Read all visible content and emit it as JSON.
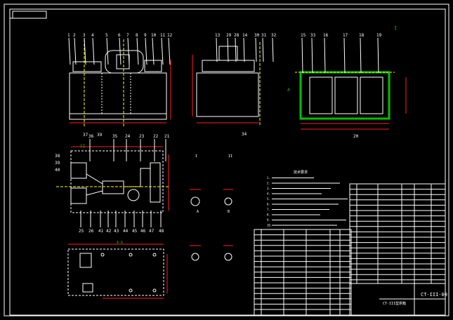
{
  "colors": {
    "background": "#000000",
    "border": "#ffffff",
    "outline": "#ffffff",
    "dimension": "#ff2020",
    "label": "#ffff00",
    "centerline": "#00ffff",
    "hidden": "#ffff00",
    "hatch": "#00c000",
    "table_text": "#ffff00"
  },
  "front_view": {
    "balloons": [
      "1",
      "2",
      "3",
      "4",
      "5",
      "6",
      "7",
      "8",
      "9",
      "10",
      "11",
      "12"
    ],
    "bottom_balloons": [
      "37",
      "39"
    ]
  },
  "side_view": {
    "balloons": [
      "13",
      "29",
      "28",
      "14",
      "30",
      "31",
      "32"
    ],
    "bottom_balloon": "34"
  },
  "section_view": {
    "balloons": [
      "15",
      "33",
      "16",
      "17",
      "18",
      "19"
    ],
    "bottom_balloon": "20",
    "cut_marks": [
      "I",
      "A"
    ]
  },
  "plan_view": {
    "top_balloons": [
      "36",
      "35",
      "24",
      "23",
      "22",
      "21"
    ],
    "left_balloons": [
      "38",
      "39",
      "40"
    ],
    "bottom_balloons": [
      "25",
      "26",
      "41",
      "42",
      "43",
      "44",
      "45",
      "46",
      "47",
      "48"
    ],
    "marker": "II"
  },
  "detail_views": {
    "labels": [
      "I",
      "II",
      "A",
      "B"
    ]
  },
  "base_plan": {
    "marker": "A-A"
  },
  "notes": {
    "title": "技术要求",
    "count": 10
  },
  "title_block": {
    "drawing_no": "CT-III-00",
    "name": "CT-III型烘箱"
  }
}
